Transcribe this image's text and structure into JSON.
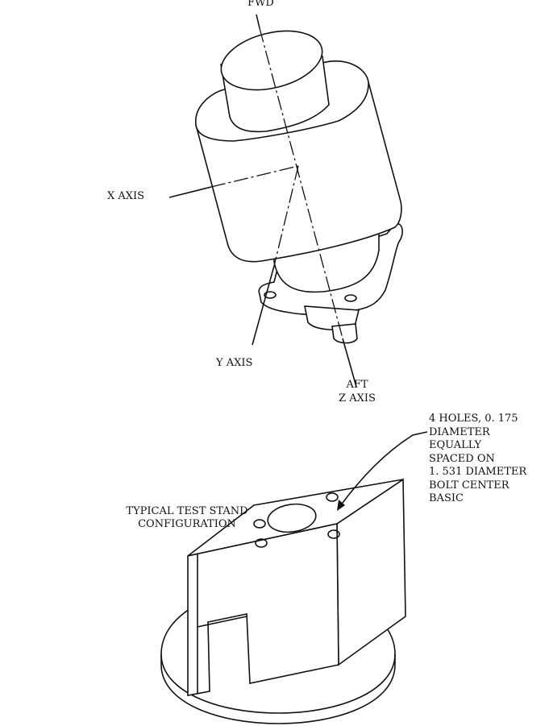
{
  "labels": {
    "fwd": "FWD",
    "x_axis": "X AXIS",
    "y_axis": "Y AXIS",
    "aft": "AFT",
    "z_axis": "Z AXIS",
    "stand_title": [
      "TYPICAL TEST STAND",
      "CONFIGURATION"
    ],
    "holes_note": [
      "4 HOLES, 0. 175",
      "DIAMETER",
      "EQUALLY",
      "SPACED ON",
      "1. 531 DIAMETER",
      "BOLT CENTER",
      "BASIC"
    ]
  }
}
